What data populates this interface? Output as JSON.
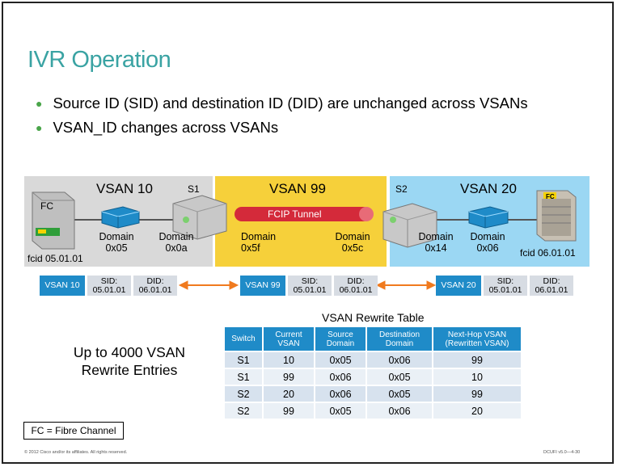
{
  "title": "IVR Operation",
  "bullets": [
    "Source ID (SID) and destination ID (DID) are unchanged across VSANs",
    "VSAN_ID changes across VSANs"
  ],
  "diagram": {
    "left": {
      "vsan": "VSAN 10",
      "switch": "S1",
      "device_label": "FC",
      "fcid": "fcid 05.01.01",
      "domains": [
        {
          "label": "Domain",
          "value": "0x05"
        },
        {
          "label": "Domain",
          "value": "0x0a"
        }
      ]
    },
    "middle": {
      "vsan": "VSAN 99",
      "tunnel": "FCIP Tunnel",
      "domains": [
        {
          "label": "Domain",
          "value": "0x5f"
        },
        {
          "label": "Domain",
          "value": "0x5c"
        }
      ]
    },
    "right": {
      "vsan": "VSAN 20",
      "switch": "S2",
      "device_label": "FC",
      "fcid": "fcid 06.01.01",
      "domains": [
        {
          "label": "Domain",
          "value": "0x14"
        },
        {
          "label": "Domain",
          "value": "0x06"
        }
      ]
    }
  },
  "frames": [
    {
      "vsan": "VSAN 10",
      "sid_label": "SID:",
      "sid": "05.01.01",
      "did_label": "DID:",
      "did": "06.01.01"
    },
    {
      "vsan": "VSAN 99",
      "sid_label": "SID:",
      "sid": "05.01.01",
      "did_label": "DID:",
      "did": "06.01.01"
    },
    {
      "vsan": "VSAN 20",
      "sid_label": "SID:",
      "sid": "05.01.01",
      "did_label": "DID:",
      "did": "06.01.01"
    }
  ],
  "table": {
    "caption": "VSAN Rewrite Table",
    "headers": [
      "Switch",
      "Current VSAN",
      "Source Domain",
      "Destination Domain",
      "Next-Hop VSAN (Rewritten VSAN)"
    ],
    "rows": [
      [
        "S1",
        "10",
        "0x05",
        "0x06",
        "99"
      ],
      [
        "S1",
        "99",
        "0x06",
        "0x05",
        "10"
      ],
      [
        "S2",
        "20",
        "0x06",
        "0x05",
        "99"
      ],
      [
        "S2",
        "99",
        "0x05",
        "0x06",
        "20"
      ]
    ]
  },
  "upto": "Up to 4000 VSAN Rewrite Entries",
  "legend": "FC = Fibre Channel",
  "footer_left": "© 2012 Cisco and/or its affiliates. All rights reserved.",
  "footer_right": "DCUFI v5.0—4-30",
  "colors": {
    "title": "#3aa3a3",
    "frame_blue": "#1f8bc8",
    "tunnel": "#d42a3a",
    "arrow": "#f07a1e"
  }
}
